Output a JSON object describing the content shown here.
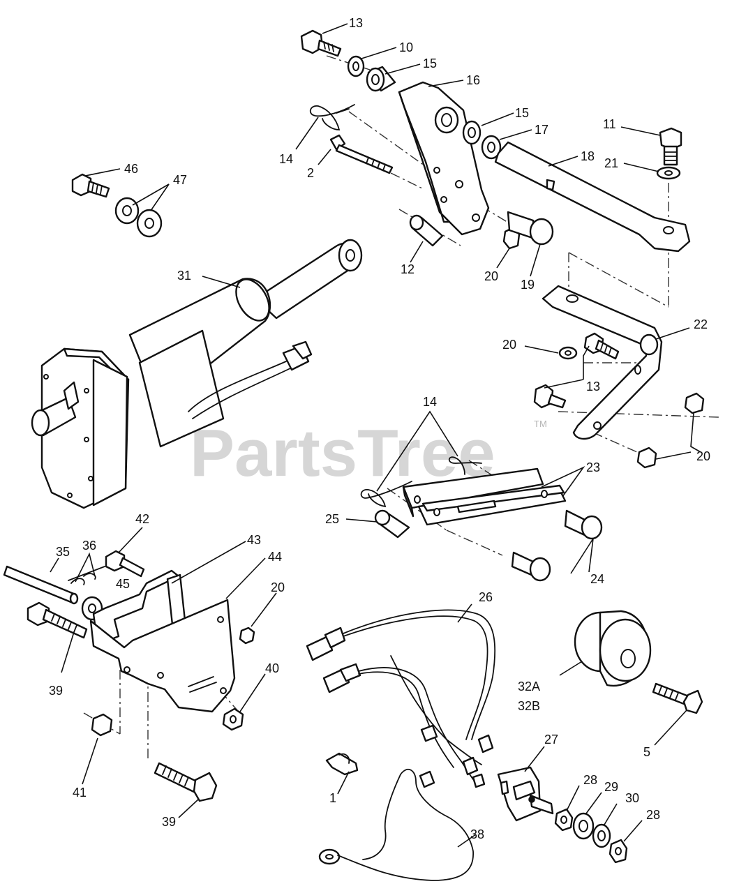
{
  "watermark": {
    "text": "PartsTree",
    "tm": "TM"
  },
  "callouts": {
    "c13a": "13",
    "c10": "10",
    "c15a": "15",
    "c16": "16",
    "c15b": "15",
    "c17": "17",
    "c11": "11",
    "c18": "18",
    "c21": "21",
    "c14a": "14",
    "c2": "2",
    "c46": "46",
    "c47": "47",
    "c31": "31",
    "c12": "12",
    "c20a": "20",
    "c19": "19",
    "c22": "22",
    "c20b": "20",
    "c13b": "13",
    "c14b": "14",
    "c20c": "20",
    "c23": "23",
    "c25": "25",
    "c24": "24",
    "c42": "42",
    "c43": "43",
    "c35": "35",
    "c36": "36",
    "c44": "44",
    "c45": "45",
    "c20d": "20",
    "c39a": "39",
    "c40": "40",
    "c41": "41",
    "c39b": "39",
    "c26": "26",
    "c32a": "32A",
    "c32b": "32B",
    "c5": "5",
    "c27": "27",
    "c1": "1",
    "c28a": "28",
    "c29": "29",
    "c30": "30",
    "c28b": "28",
    "c38": "38"
  }
}
